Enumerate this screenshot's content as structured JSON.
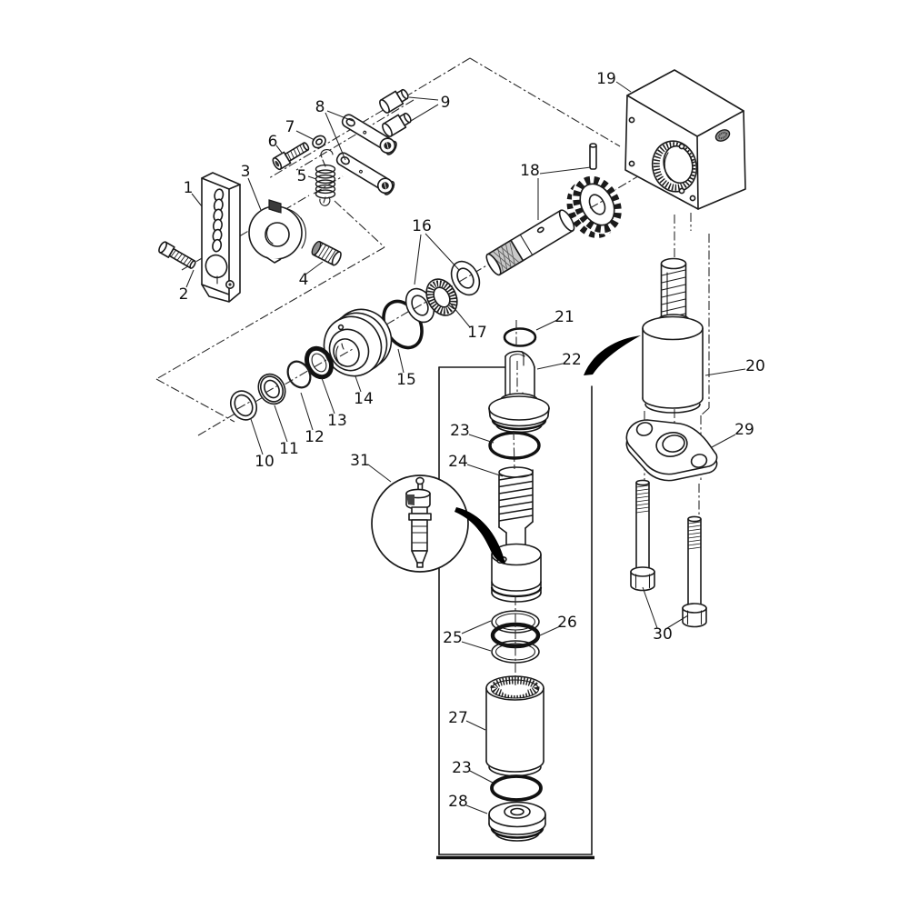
{
  "figure": {
    "type": "exploded-parts-diagram",
    "background": "#ffffff",
    "line_color": "#1a1a1a",
    "accent_black": "#000000"
  },
  "callouts": {
    "n1": "1",
    "n2": "2",
    "n3": "3",
    "n4": "4",
    "n5": "5",
    "n6": "6",
    "n7": "7",
    "n8": "8",
    "n9": "9",
    "n10": "10",
    "n11": "11",
    "n12": "12",
    "n13": "13",
    "n14": "14",
    "n15": "15",
    "n16": "16",
    "n17": "17",
    "n18": "18",
    "n19": "19",
    "n20": "20",
    "n21": "21",
    "n22": "22",
    "n23_upper": "23",
    "n24": "24",
    "n25": "25",
    "n26": "26",
    "n27": "27",
    "n23_lower": "23",
    "n28": "28",
    "n29": "29",
    "n30": "30",
    "n31": "31"
  }
}
